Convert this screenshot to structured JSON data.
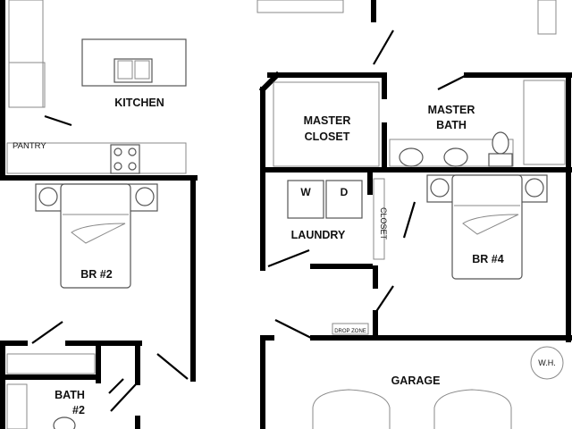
{
  "rooms": {
    "kitchen": "KITCHEN",
    "pantry": "PANTRY",
    "master_closet_line1": "MASTER",
    "master_closet_line2": "CLOSET",
    "master_bath_line1": "MASTER",
    "master_bath_line2": "BATH",
    "laundry": "LAUNDRY",
    "closet": "CLOSET",
    "br2": "BR #2",
    "br4": "BR #4",
    "bath2_line1": "BATH",
    "bath2_line2": "#2",
    "garage": "GARAGE",
    "drop_zone": "DROP ZONE",
    "water_heater": "W.H."
  },
  "appliances": {
    "washer": "W",
    "dryer": "D"
  },
  "colors": {
    "wall": "#000000",
    "fixture_line": "#555555",
    "background": "#ffffff"
  }
}
